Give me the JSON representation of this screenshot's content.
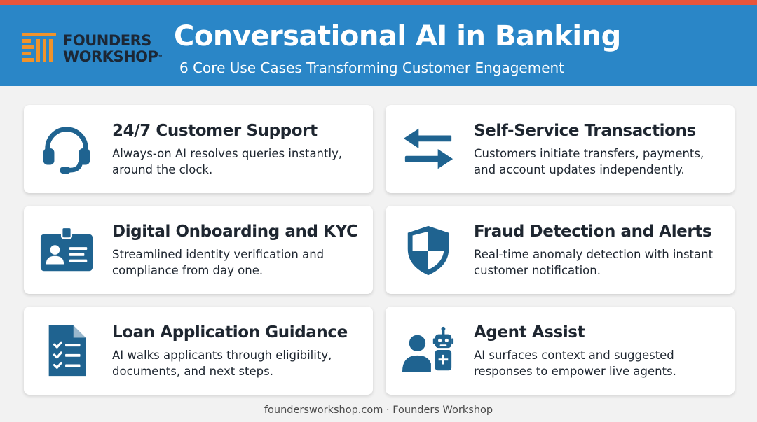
{
  "header": {
    "logo_line1": "FOUNDERS",
    "logo_line2": "WORKSHOP",
    "logo_tm": "™",
    "title": "Conversational AI in Banking",
    "subtitle": "6 Core Use Cases Transforming Customer Engagement"
  },
  "colors": {
    "accent_blue": "#2a86c7",
    "icon_blue": "#1f6390",
    "strip_orange": "#e8553a",
    "logo_orange": "#f0932b"
  },
  "cards": [
    {
      "icon": "headset-icon",
      "title": "24/7 Customer Support",
      "desc_line1": "Always-on AI resolves queries instantly,",
      "desc_line2": "around the clock."
    },
    {
      "icon": "transfer-arrows-icon",
      "title": "Self-Service Transactions",
      "desc_line1": "Customers initiate transfers, payments,",
      "desc_line2": "and account updates independently."
    },
    {
      "icon": "id-card-icon",
      "title": "Digital Onboarding and KYC",
      "desc_line1": "Streamlined identity verification and",
      "desc_line2": "compliance from day one."
    },
    {
      "icon": "shield-icon",
      "title": "Fraud Detection and Alerts",
      "desc_line1": "Real-time anomaly detection with instant",
      "desc_line2": "customer notification."
    },
    {
      "icon": "checklist-document-icon",
      "title": "Loan Application Guidance",
      "desc_line1": "AI walks applicants through eligibility,",
      "desc_line2": "documents, and next steps."
    },
    {
      "icon": "agent-robot-icon",
      "title": "Agent Assist",
      "desc_line1": "AI surfaces context and suggested",
      "desc_line2": "responses to empower live agents."
    }
  ],
  "footer": {
    "text": "foundersworkshop.com · Founders Workshop"
  }
}
